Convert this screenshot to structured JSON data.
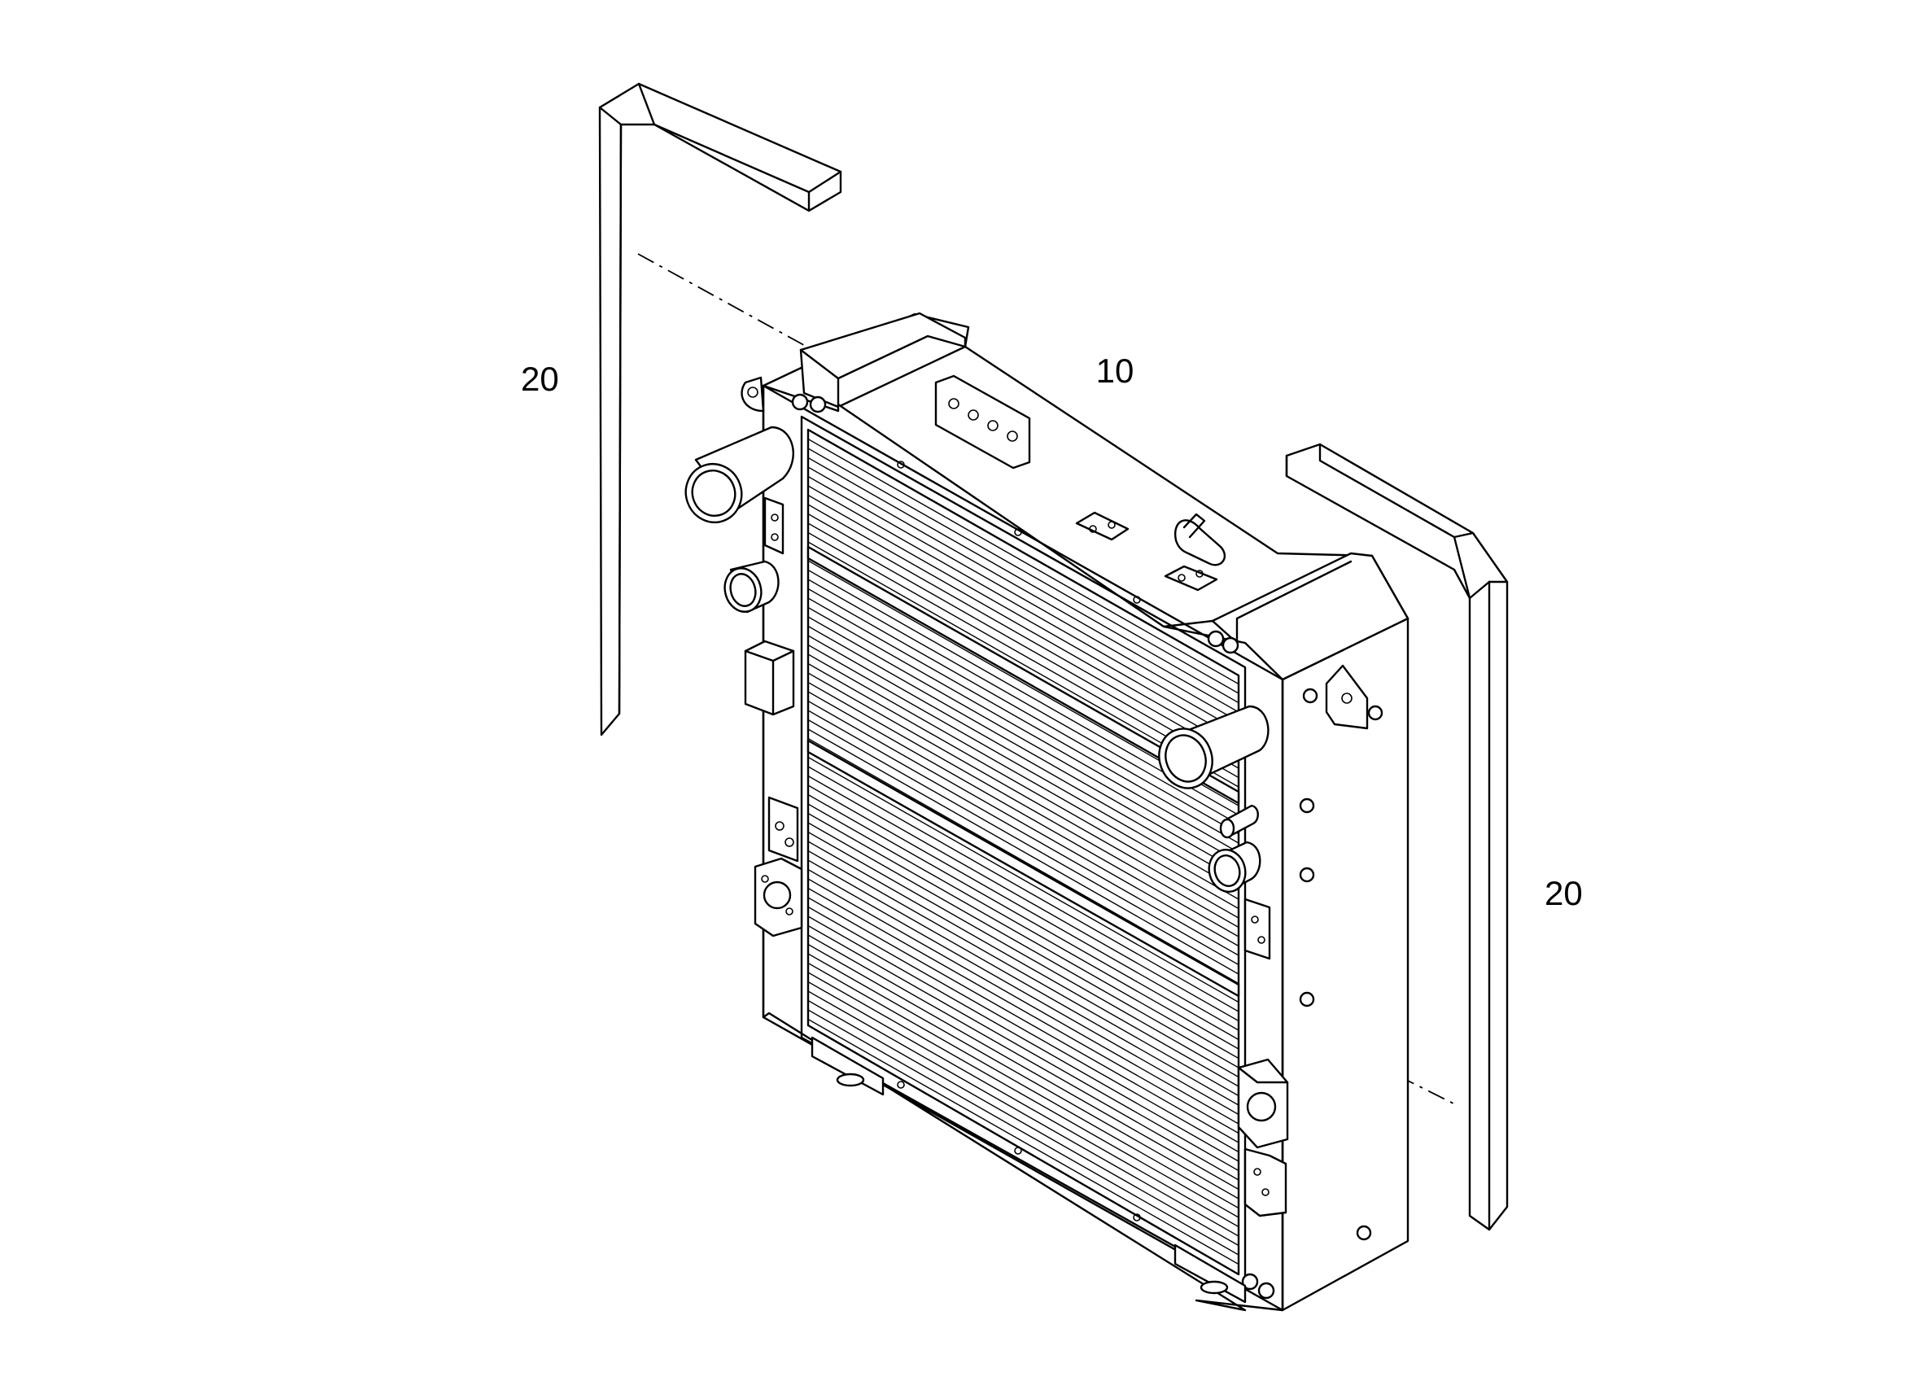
{
  "callouts": {
    "radiator": "10",
    "seal_left": "20",
    "seal_right": "20"
  }
}
